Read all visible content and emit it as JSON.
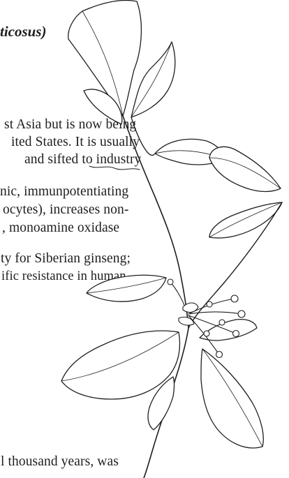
{
  "document": {
    "title_fragment": "ticosus)",
    "lines": [
      "st Asia but is now being",
      "ited States. It is usually",
      "and sifted to industry",
      "nic, immunpotentiating",
      "ocytes), increases non-",
      ", monoamine oxidase",
      "ty for Siberian ginseng;",
      "ific resistance in human",
      "l thousand years, was"
    ]
  },
  "illustration": {
    "subject": "botanical line drawing of a leafy plant stem with flower cluster",
    "ink_color": "#1e1e1e",
    "paper_color": "#ffffff"
  }
}
